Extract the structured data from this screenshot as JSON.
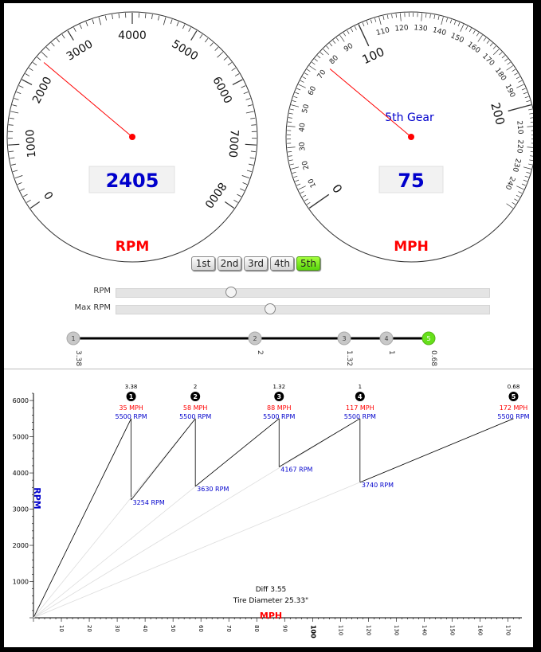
{
  "rpm_gauge": {
    "label": "RPM",
    "value_display": "2405",
    "needle_value": 2405,
    "ticks": [
      "0",
      "1000",
      "2000",
      "3000",
      "4000",
      "5000",
      "6000",
      "7000",
      "8000"
    ]
  },
  "mph_gauge": {
    "label": "MPH",
    "value_display": "75",
    "needle_value": 75,
    "gear_text": "5th Gear",
    "major_ticks": [
      "0",
      "100",
      "200"
    ],
    "minor_labels": [
      "10",
      "20",
      "30",
      "40",
      "50",
      "60",
      "70",
      "80",
      "90",
      "110",
      "120",
      "130",
      "140",
      "150",
      "160",
      "170",
      "180",
      "190",
      "210",
      "220",
      "230",
      "240"
    ]
  },
  "gear_buttons": [
    {
      "label": "1st",
      "active": false
    },
    {
      "label": "2nd",
      "active": false
    },
    {
      "label": "3rd",
      "active": false
    },
    {
      "label": "4th",
      "active": false
    },
    {
      "label": "5th",
      "active": true
    }
  ],
  "sliders": [
    {
      "label": "RPM",
      "value_fraction": 0.305
    },
    {
      "label": "Max RPM",
      "value_fraction": 0.41
    }
  ],
  "gear_ratio_track": {
    "nodes": [
      {
        "num": "1",
        "ratio": "3.38",
        "active": false
      },
      {
        "num": "2",
        "ratio": "2",
        "active": false
      },
      {
        "num": "3",
        "ratio": "1.32",
        "active": false
      },
      {
        "num": "4",
        "ratio": "1",
        "active": false
      },
      {
        "num": "5",
        "ratio": "0.68",
        "active": true
      }
    ]
  },
  "colors": {
    "red": "#ff0000",
    "blue": "#0000cc",
    "active_green": "#66e01a"
  },
  "chart_data": {
    "type": "line",
    "xlabel": "MPH",
    "ylabel": "RPM",
    "xlim": [
      0,
      175
    ],
    "ylim": [
      0,
      6200
    ],
    "x_ticks": [
      "10",
      "20",
      "30",
      "40",
      "50",
      "60",
      "70",
      "80",
      "90",
      "100",
      "110",
      "120",
      "130",
      "140",
      "150",
      "160",
      "170"
    ],
    "y_ticks": [
      "1000",
      "2000",
      "3000",
      "4000",
      "5000",
      "6000"
    ],
    "gears": [
      {
        "num": "1",
        "ratio": "3.38",
        "shift_mph": 35,
        "top_mph_label": "35 MPH",
        "top_rpm_label": "5500 RPM",
        "drop_rpm": 3254,
        "drop_label": "3254 RPM"
      },
      {
        "num": "2",
        "ratio": "2",
        "shift_mph": 58,
        "top_mph_label": "58 MPH",
        "top_rpm_label": "5500 RPM",
        "drop_rpm": 3630,
        "drop_label": "3630 RPM"
      },
      {
        "num": "3",
        "ratio": "1.32",
        "shift_mph": 88,
        "top_mph_label": "88 MPH",
        "top_rpm_label": "5500 RPM",
        "drop_rpm": 4167,
        "drop_label": "4167 RPM"
      },
      {
        "num": "4",
        "ratio": "1",
        "shift_mph": 117,
        "top_mph_label": "117 MPH",
        "top_rpm_label": "5500 RPM",
        "drop_rpm": 3740,
        "drop_label": "3740 RPM"
      },
      {
        "num": "5",
        "ratio": "0.68",
        "shift_mph": 172,
        "top_mph_label": "172 MPH",
        "top_rpm_label": "5500 RPM",
        "drop_rpm": null,
        "drop_label": ""
      }
    ],
    "max_rpm": 5500,
    "diff_text": "Diff 3.55",
    "tire_text": "Tire Diameter 25.33\""
  }
}
